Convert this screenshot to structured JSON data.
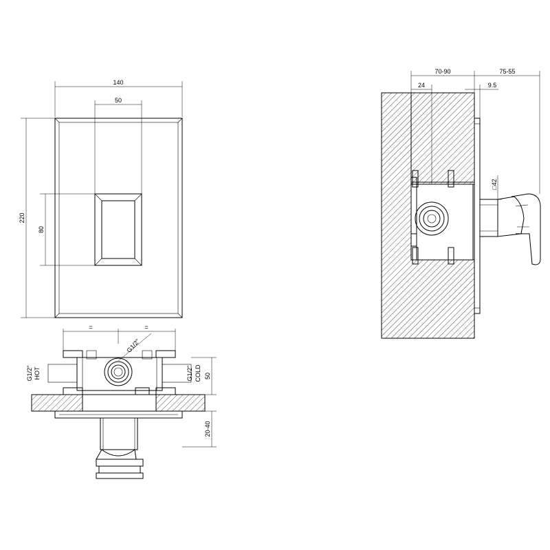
{
  "front_view": {
    "dim_width": "140",
    "dim_center_width": "50",
    "dim_height": "220",
    "dim_center_height": "80"
  },
  "bottom_view": {
    "dim_tick_left": "=",
    "dim_tick_right": "=",
    "thread_top": "G1/2\"",
    "hot_thread": "G1/2\"",
    "hot_label": "HOT",
    "cold_thread": "G1/2\"",
    "cold_label": "COLD",
    "dim_depth": "50",
    "dim_wall": "20-40"
  },
  "side_view": {
    "dim_embed": "70-90",
    "dim_proj": "75-55",
    "dim_24": "24",
    "dim_9_5": "9.5",
    "dim_square": "□42"
  },
  "colors": {
    "line": "#000000",
    "background": "#ffffff"
  }
}
